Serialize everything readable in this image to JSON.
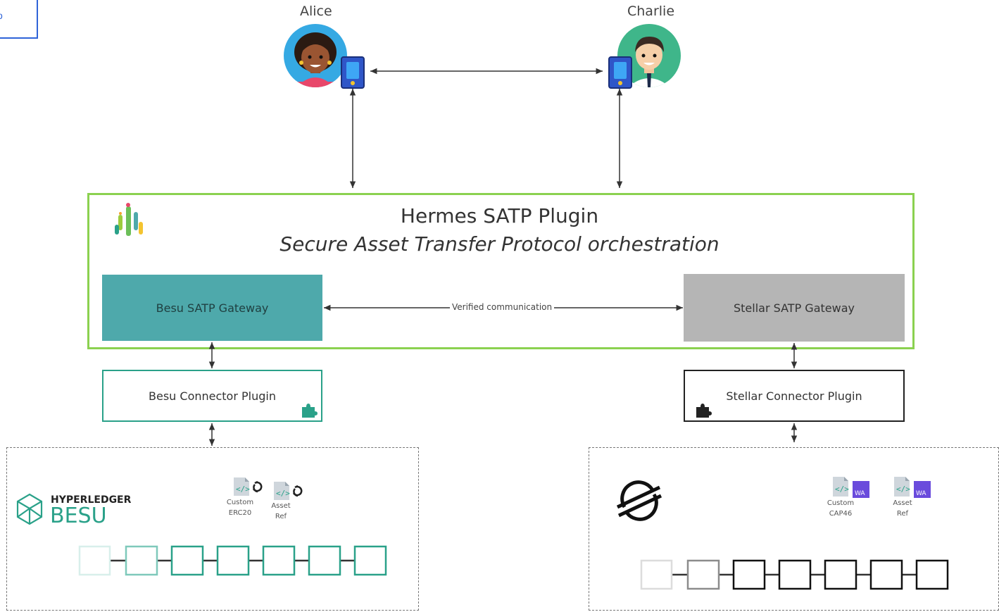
{
  "corner": {
    "text": "o"
  },
  "users": [
    {
      "name": "Alice"
    },
    {
      "name": "Charlie"
    }
  ],
  "hermes": {
    "title": "Hermes SATP Plugin",
    "subtitle": "Secure Asset Transfer Protocol orchestration"
  },
  "gateways": {
    "besu": "Besu SATP Gateway",
    "stellar": "Stellar SATP Gateway",
    "link_label": "Verified communication"
  },
  "connectors": {
    "besu": "Besu Connector Plugin",
    "stellar": "Stellar Connector Plugin"
  },
  "besu_network": {
    "logo_top": "HYPERLEDGER",
    "logo_bottom": "BESU",
    "contracts": [
      {
        "line1": "Custom",
        "line2": "ERC20"
      },
      {
        "line1": "Asset",
        "line2": "Ref"
      }
    ]
  },
  "stellar_network": {
    "contracts": [
      {
        "line1": "Custom",
        "line2": "CAP46",
        "badge": "WA"
      },
      {
        "line1": "Asset",
        "line2": "Ref",
        "badge": "WA"
      }
    ]
  },
  "colors": {
    "hermes_border": "#8bd150",
    "besu_gateway": "#4ea9ab",
    "stellar_gateway": "#b5b5b5",
    "besu_accent": "#2aa189",
    "stellar_accent": "#222222"
  },
  "icons": [
    "cactus-icon",
    "puzzle-icon",
    "code-file-icon",
    "sync-icon",
    "stellar-logo-icon",
    "besu-logo-icon",
    "phone-icon"
  ]
}
